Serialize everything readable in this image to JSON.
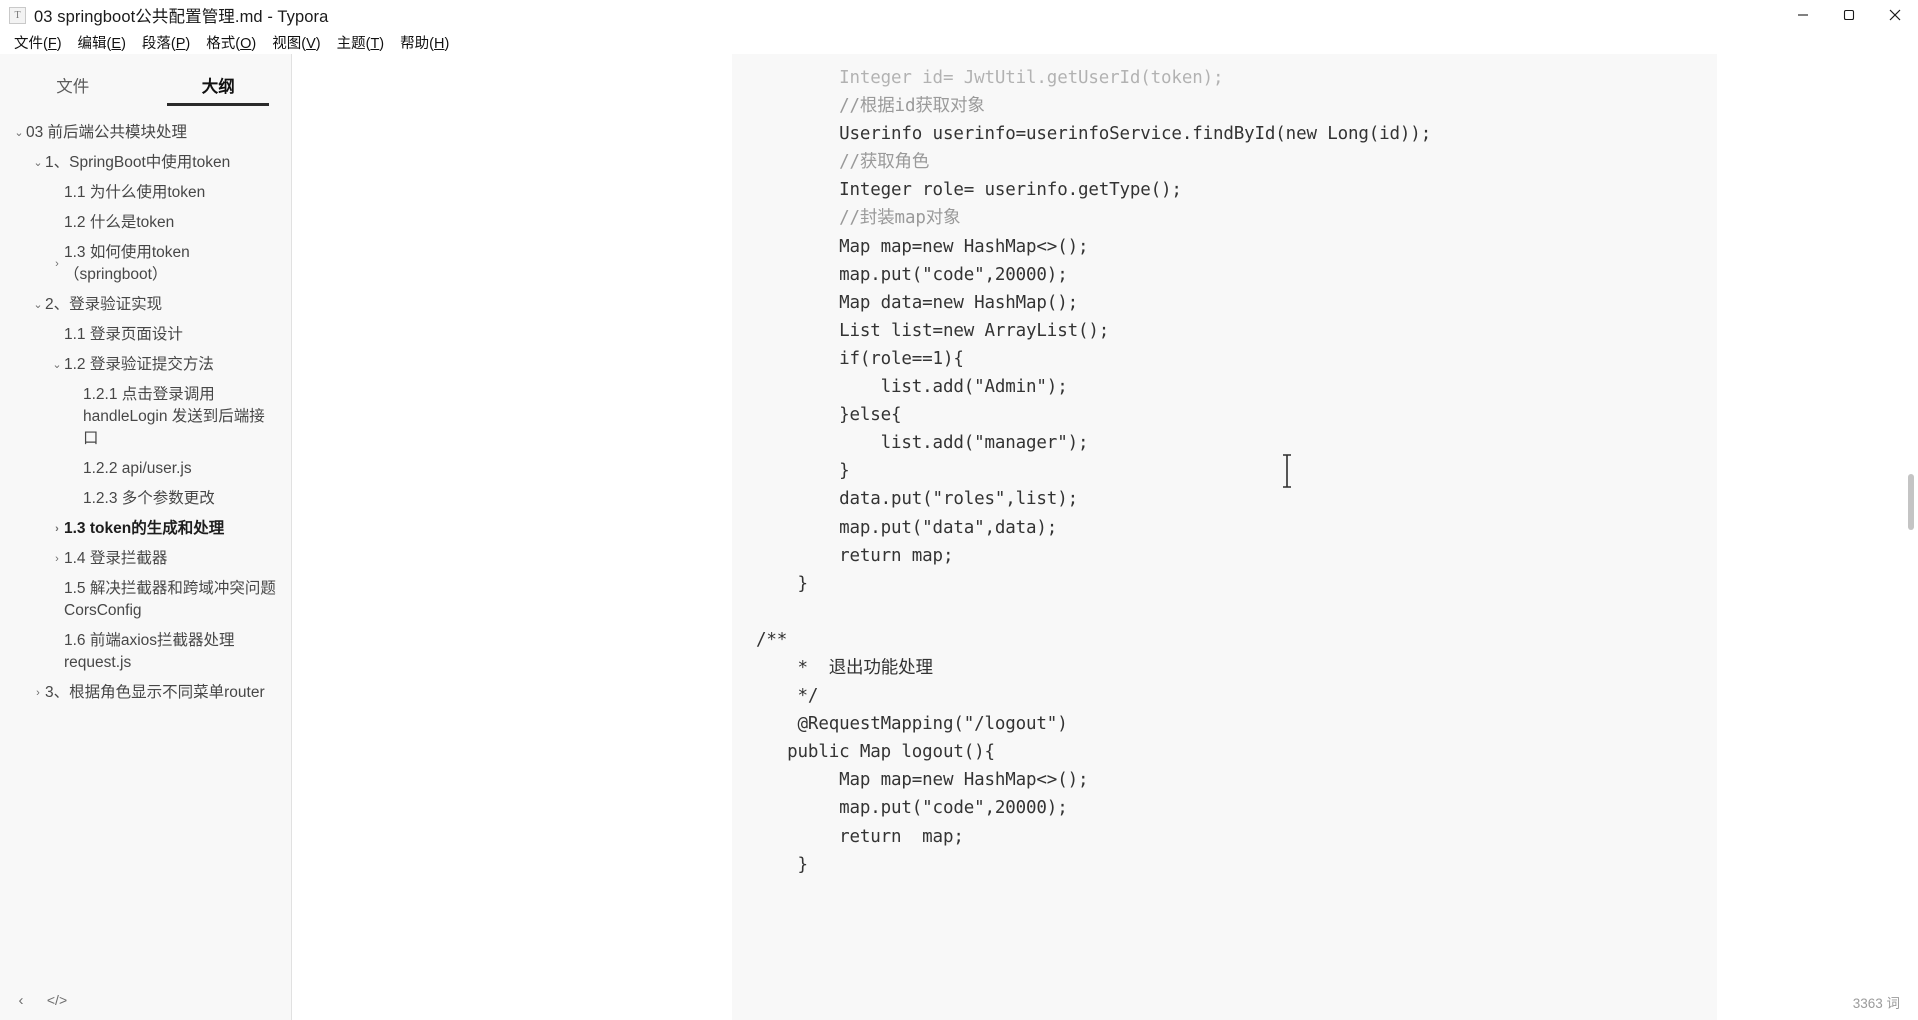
{
  "window": {
    "app_icon": "T",
    "title": "03 springboot公共配置管理.md - Typora",
    "controls": {
      "minimize": "minimize-icon",
      "maximize": "maximize-icon",
      "close": "close-icon"
    }
  },
  "menubar": {
    "items": [
      {
        "label": "文件",
        "accel": "F"
      },
      {
        "label": "编辑",
        "accel": "E"
      },
      {
        "label": "段落",
        "accel": "P"
      },
      {
        "label": "格式",
        "accel": "O"
      },
      {
        "label": "视图",
        "accel": "V"
      },
      {
        "label": "主题",
        "accel": "T"
      },
      {
        "label": "帮助",
        "accel": "H"
      }
    ]
  },
  "sidebar": {
    "tabs": [
      {
        "label": "文件",
        "active": false
      },
      {
        "label": "大纲",
        "active": true
      }
    ],
    "outline": [
      {
        "label": "03 前后端公共模块处理",
        "level": 0,
        "caret": "down",
        "bold": false
      },
      {
        "label": "1、SpringBoot中使用token",
        "level": 1,
        "caret": "down",
        "bold": false
      },
      {
        "label": "1.1 为什么使用token",
        "level": 2,
        "caret": "none",
        "bold": false
      },
      {
        "label": "1.2 什么是token",
        "level": 2,
        "caret": "none",
        "bold": false
      },
      {
        "label": "1.3 如何使用token（springboot）",
        "level": 2,
        "caret": "right",
        "bold": false
      },
      {
        "label": "2、登录验证实现",
        "level": 1,
        "caret": "down",
        "bold": false
      },
      {
        "label": "1.1 登录页面设计",
        "level": 2,
        "caret": "none",
        "bold": false
      },
      {
        "label": "1.2 登录验证提交方法",
        "level": 2,
        "caret": "down",
        "bold": false
      },
      {
        "label": "1.2.1 点击登录调用 handleLogin 发送到后端接口",
        "level": 3,
        "caret": "none",
        "bold": false
      },
      {
        "label": "1.2.2 api/user.js",
        "level": 3,
        "caret": "none",
        "bold": false
      },
      {
        "label": "1.2.3 多个参数更改",
        "level": 3,
        "caret": "none",
        "bold": false
      },
      {
        "label": "1.3 token的生成和处理",
        "level": 2,
        "caret": "right",
        "bold": true
      },
      {
        "label": "1.4 登录拦截器",
        "level": 2,
        "caret": "right",
        "bold": false
      },
      {
        "label": "1.5 解决拦截器和跨域冲突问题CorsConfig",
        "level": 2,
        "caret": "none",
        "bold": false
      },
      {
        "label": "1.6 前端axios拦截器处理request.js",
        "level": 2,
        "caret": "none",
        "bold": false
      },
      {
        "label": "3、根据角色显示不同菜单router",
        "level": 1,
        "caret": "right",
        "bold": false
      }
    ],
    "footer": {
      "back_label": "‹",
      "source_code_label": "</>"
    }
  },
  "editor": {
    "code_first_line": "        Integer id= JwtUtil.getUserId(token);",
    "code_lines": [
      {
        "text": "        //根据id获取对象",
        "comment": true
      },
      {
        "text": "        Userinfo userinfo=userinfoService.findById(new Long(id));",
        "comment": false
      },
      {
        "text": "        //获取角色",
        "comment": true
      },
      {
        "text": "        Integer role= userinfo.getType();",
        "comment": false
      },
      {
        "text": "        //封装map对象",
        "comment": true
      },
      {
        "text": "        Map map=new HashMap<>();",
        "comment": false
      },
      {
        "text": "        map.put(\"code\",20000);",
        "comment": false
      },
      {
        "text": "        Map data=new HashMap();",
        "comment": false
      },
      {
        "text": "        List list=new ArrayList();",
        "comment": false
      },
      {
        "text": "        if(role==1){",
        "comment": false
      },
      {
        "text": "            list.add(\"Admin\");",
        "comment": false
      },
      {
        "text": "        }else{",
        "comment": false
      },
      {
        "text": "            list.add(\"manager\");",
        "comment": false
      },
      {
        "text": "        }",
        "comment": false
      },
      {
        "text": "        data.put(\"roles\",list);",
        "comment": false
      },
      {
        "text": "        map.put(\"data\",data);",
        "comment": false
      },
      {
        "text": "        return map;",
        "comment": false
      },
      {
        "text": "    }",
        "comment": false
      },
      {
        "text": "",
        "comment": false
      },
      {
        "text": "/**",
        "comment": false
      },
      {
        "text": "    *  退出功能处理",
        "comment": false
      },
      {
        "text": "    */",
        "comment": false
      },
      {
        "text": "    @RequestMapping(\"/logout\")",
        "comment": false
      },
      {
        "text": "   public Map logout(){",
        "comment": false
      },
      {
        "text": "        Map map=new HashMap<>();",
        "comment": false
      },
      {
        "text": "        map.put(\"code\",20000);",
        "comment": false
      },
      {
        "text": "        return  map;",
        "comment": false
      },
      {
        "text": "    }",
        "comment": false
      }
    ]
  },
  "status": {
    "word_count": "3363 词"
  },
  "colors": {
    "sidebar_bg": "#f8f8f8",
    "code_bg": "#f8f8f8",
    "accent": "#2b2b2b",
    "text": "#333333",
    "comment": "#9a9a9a"
  }
}
